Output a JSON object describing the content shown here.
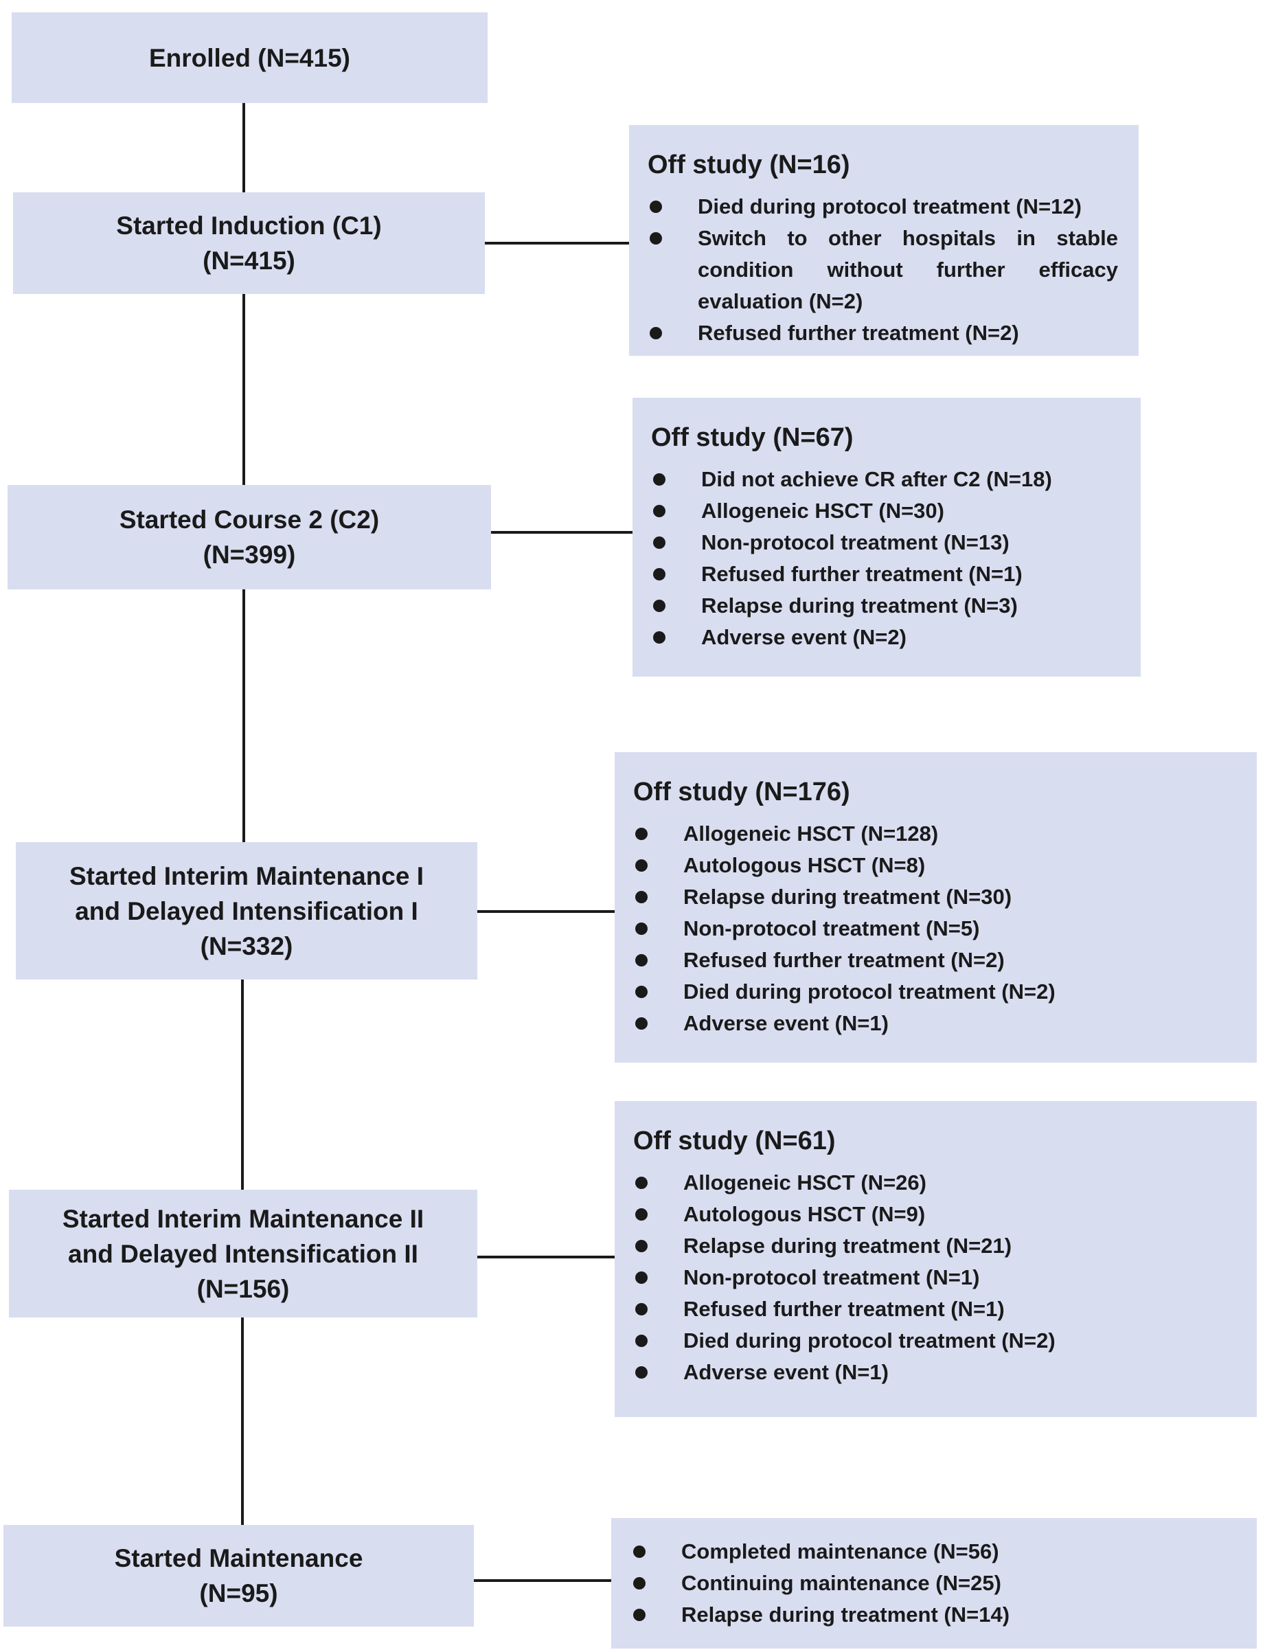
{
  "stages": [
    {
      "lines": [
        "Enrolled (N=415)"
      ]
    },
    {
      "lines": [
        "Started Induction (C1)",
        "(N=415)"
      ]
    },
    {
      "lines": [
        "Started Course 2 (C2)",
        "(N=399)"
      ]
    },
    {
      "lines": [
        "Started Interim Maintenance I",
        "and Delayed Intensification I",
        "(N=332)"
      ]
    },
    {
      "lines": [
        "Started Interim Maintenance II",
        "and Delayed Intensification II",
        "(N=156)"
      ]
    },
    {
      "lines": [
        "Started Maintenance",
        "(N=95)"
      ]
    }
  ],
  "offstudy": [
    {
      "title": "Off study (N=16)",
      "items": [
        "Died during protocol treatment (N=12)",
        "Switch to other hospitals in stable condition without further efficacy evaluation (N=2)",
        "Refused further treatment (N=2)"
      ]
    },
    {
      "title": "Off study (N=67)",
      "items": [
        "Did not achieve CR after C2 (N=18)",
        "Allogeneic HSCT (N=30)",
        "Non-protocol treatment (N=13)",
        "Refused further treatment (N=1)",
        "Relapse during treatment (N=3)",
        "Adverse event (N=2)"
      ]
    },
    {
      "title": "Off study (N=176)",
      "items": [
        "Allogeneic HSCT (N=128)",
        "Autologous HSCT (N=8)",
        "Relapse during treatment (N=30)",
        "Non-protocol treatment (N=5)",
        "Refused further treatment (N=2)",
        "Died during protocol treatment (N=2)",
        "Adverse event (N=1)"
      ]
    },
    {
      "title": "Off study (N=61)",
      "items": [
        "Allogeneic HSCT (N=26)",
        "Autologous HSCT (N=9)",
        "Relapse during treatment (N=21)",
        "Non-protocol treatment (N=1)",
        "Refused further treatment (N=1)",
        "Died during protocol treatment (N=2)",
        "Adverse event (N=1)"
      ]
    },
    {
      "title": "",
      "items": [
        "Completed maintenance (N=56)",
        "Continuing maintenance (N=25)",
        "Relapse during treatment (N=14)"
      ]
    }
  ],
  "colors": {
    "box_fill": "#d9ddf0",
    "line": "#1a1a1a",
    "text": "#1a1a1a"
  }
}
